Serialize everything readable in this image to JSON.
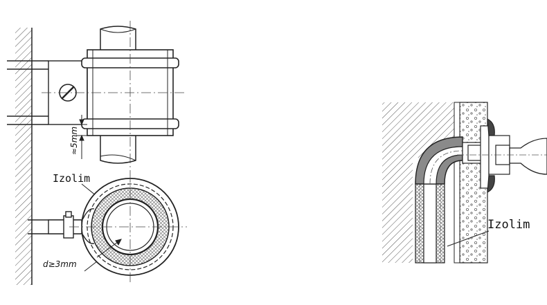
{
  "left_figure": {
    "dimension_gap": "≈5mm",
    "label": "Izolim",
    "dimension_thickness": "d≥3mm"
  },
  "right_figure": {
    "label": "Izolim"
  },
  "colors": {
    "line": "#222222",
    "hatch": "#555555",
    "insulation": "#9a9a9a",
    "background": "#ffffff"
  }
}
